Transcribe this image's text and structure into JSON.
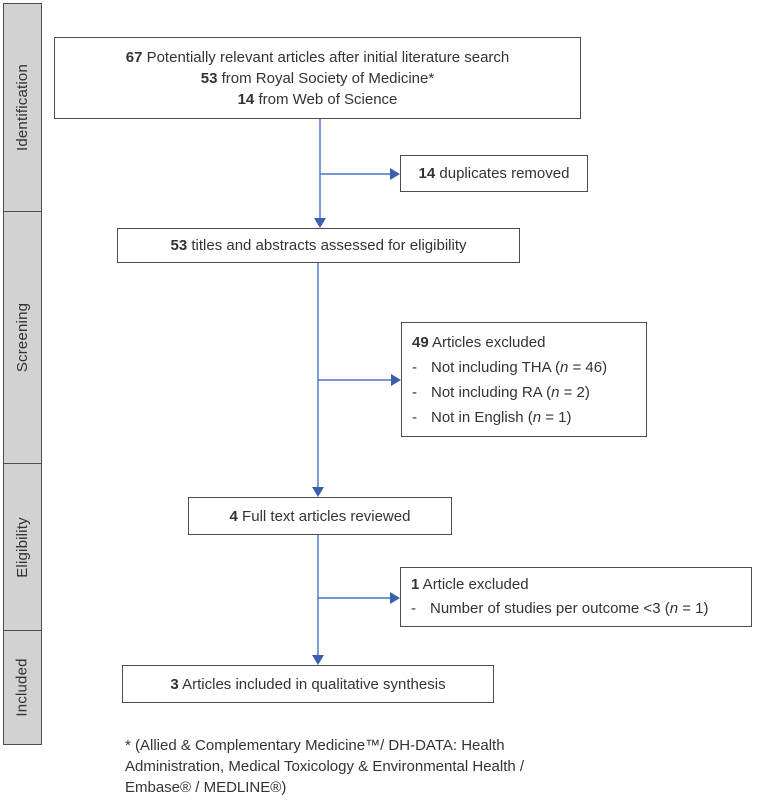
{
  "palette": {
    "arrow": "#4a72c4",
    "arrow_head": "#3a5fae",
    "sidebar_fill": "#d2d2d2",
    "border": "#4d4d4d",
    "text": "#333333"
  },
  "sidebar": {
    "stages": [
      {
        "label": "Identification"
      },
      {
        "label": "Screening"
      },
      {
        "label": "Eligibility"
      },
      {
        "label": "Included"
      }
    ]
  },
  "boxes": {
    "initial": {
      "lines": [
        {
          "num": "67",
          "rest": " Potentially relevant articles after initial literature search"
        },
        {
          "num": "53",
          "rest": " from Royal Society of Medicine*"
        },
        {
          "num": "14",
          "rest": " from Web of Science"
        }
      ]
    },
    "duplicates": {
      "num": "14",
      "rest": " duplicates removed"
    },
    "assessed": {
      "num": "53",
      "rest": " titles and abstracts assessed for eligibility"
    },
    "excluded_screening": {
      "title": {
        "num": "49",
        "rest": " Articles excluded"
      },
      "items": [
        {
          "bullet": "-",
          "pre": "Not including THA (",
          "n": "n",
          "post": " = 46)"
        },
        {
          "bullet": "-",
          "pre": "Not including RA (",
          "n": "n",
          "post": " = 2)"
        },
        {
          "bullet": "-",
          "pre": "Not in English (",
          "n": "n",
          "post": " = 1)"
        }
      ]
    },
    "fulltext": {
      "num": "4",
      "rest": " Full text articles reviewed"
    },
    "excluded_eligibility": {
      "title": {
        "num": "1",
        "rest": " Article excluded"
      },
      "items": [
        {
          "bullet": "-",
          "pre": "Number of studies per outcome <3 (",
          "n": "n",
          "post": " = 1)"
        }
      ]
    },
    "included": {
      "num": "3",
      "rest": " Articles included in qualitative synthesis"
    }
  },
  "footnote": {
    "lines": [
      "* (Allied & Complementary Medicine™/ DH-DATA: Health",
      "Administration, Medical Toxicology & Environmental Health /",
      "Embase® / MEDLINE®)"
    ]
  }
}
